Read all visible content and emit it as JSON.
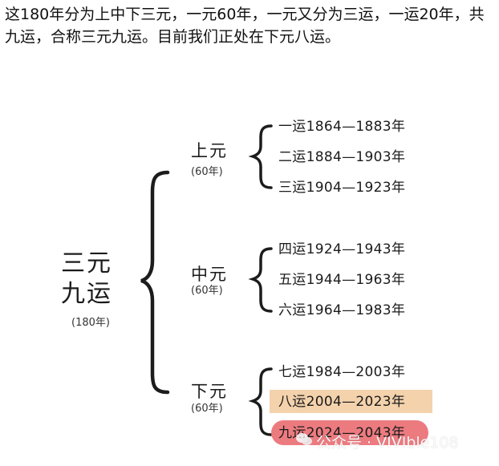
{
  "intro": {
    "line1": "这180年分为上中下三元，一元60年，一元又分为三运，一运20年，共",
    "line2": "九运，合称三元九运。目前我们正处在下元八运。"
  },
  "root": {
    "line1": "三元",
    "line2": "九运",
    "note": "(180年)"
  },
  "groups": [
    {
      "name": "上元",
      "note": "(60年)",
      "periods": [
        "一运1864—1883年",
        "二运1884—1903年",
        "三运1904—1923年"
      ]
    },
    {
      "name": "中元",
      "note": "(60年)",
      "periods": [
        "四运1924—1943年",
        "五运1944—1963年",
        "六运1964—1983年"
      ]
    },
    {
      "name": "下元",
      "note": "(60年)",
      "periods": [
        "七运1984—2003年",
        "八运2004—2023年",
        "九运2024—2043年"
      ]
    }
  ],
  "highlight_colors": {
    "current_period": "#f4d2ac",
    "next_period": "#ec7b80"
  },
  "watermark": {
    "icon": "wechat-icon",
    "text": "公众号 · VIVIble108"
  }
}
